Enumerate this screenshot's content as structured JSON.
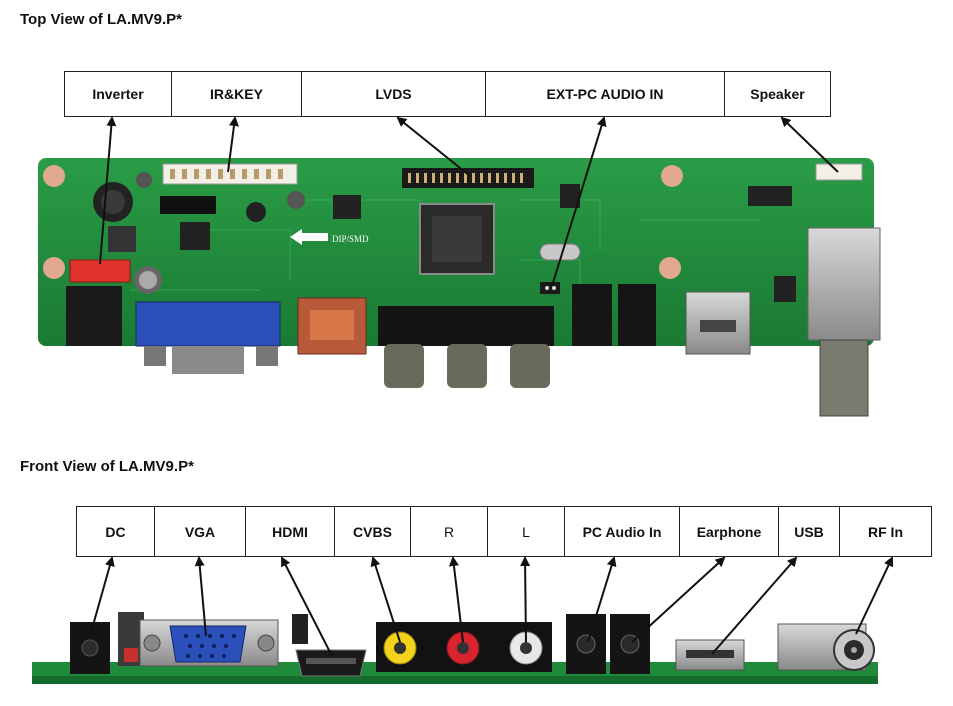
{
  "top": {
    "title": "Top View of LA.MV9.P*",
    "labels": [
      "Inverter",
      "IR&KEY",
      "LVDS",
      "EXT-PC AUDIO IN",
      "Speaker"
    ],
    "silk": "DIP/SMD"
  },
  "front": {
    "title": "Front View of LA.MV9.P*",
    "labels": [
      "DC",
      "VGA",
      "HDMI",
      "CVBS",
      "R",
      "L",
      "PC Audio In",
      "Earphone",
      "USB",
      "RF In"
    ]
  },
  "colors": {
    "pcb": "#1f8a3a",
    "pcb_dark": "#146b2b",
    "vga_blue": "#2b4fb8",
    "hdmi_copper": "#b85a3a",
    "inverter_red": "#e0322a",
    "cvbs_yellow": "#f2d21a",
    "r_red": "#d8242f"
  }
}
